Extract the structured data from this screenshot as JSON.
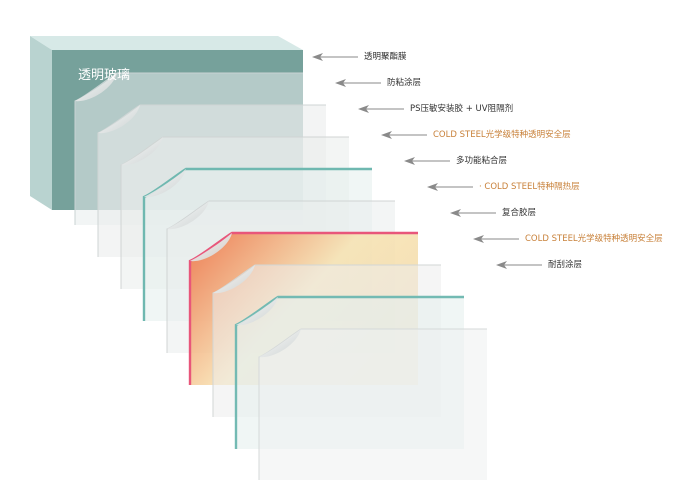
{
  "base_glass": {
    "label": "透明玻璃"
  },
  "layers": [
    {
      "name": "layer-transparent-polyester-film",
      "label": "透明聚酯膜",
      "label_color": "#333333",
      "sheet_fill": "#e7ecec",
      "edge_color": "#c9d3d3"
    },
    {
      "name": "layer-anti-stick-coating",
      "label": "防粘涂层",
      "label_color": "#333333",
      "sheet_fill": "#e9ebeb",
      "edge_color": "#cfd5d5"
    },
    {
      "name": "layer-ps-pressure-sensitive-adhesive",
      "label": "PS压敏安装胶 + UV阻隔剂",
      "label_color": "#333333",
      "sheet_fill": "#eaeceb",
      "edge_color": "#d0d4d3"
    },
    {
      "name": "layer-cold-steel-optical-security-1",
      "label": "COLD STEEL光学级特种透明安全层",
      "label_color": "#c8813a",
      "sheet_fill": "#e3eeed",
      "edge_color": "#6fb8b0"
    },
    {
      "name": "layer-multifunction-bonding",
      "label": "多功能粘合层",
      "label_color": "#333333",
      "sheet_fill": "#eaecec",
      "edge_color": "#d0d4d4"
    },
    {
      "name": "layer-cold-steel-heat-insulation",
      "label": "· COLD STEEL特种隔热层",
      "label_color": "#c8813a",
      "sheet_fill": "#fbf0d8",
      "edge_color": "#e8567a"
    },
    {
      "name": "layer-composite-adhesive",
      "label": "复合胶层",
      "label_color": "#333333",
      "sheet_fill": "#ecedec",
      "edge_color": "#d2d6d5"
    },
    {
      "name": "layer-cold-steel-optical-security-2",
      "label": "COLD STEEL光学级特种透明安全层",
      "label_color": "#c8813a",
      "sheet_fill": "#e4eeed",
      "edge_color": "#73bab3"
    },
    {
      "name": "layer-scratch-resistant-coating",
      "label": "耐刮涂层",
      "label_color": "#333333",
      "sheet_fill": "#eff0f0",
      "edge_color": "#d5d9d9"
    }
  ],
  "colors": {
    "glass_front": "#76a19b",
    "glass_top": "#d7e9e7",
    "glass_side": "#b9d3d0",
    "arrow": "#8a8a8a",
    "heat_gradient_start": "#ee6a3a",
    "heat_gradient_end": "#f3d9a6"
  }
}
